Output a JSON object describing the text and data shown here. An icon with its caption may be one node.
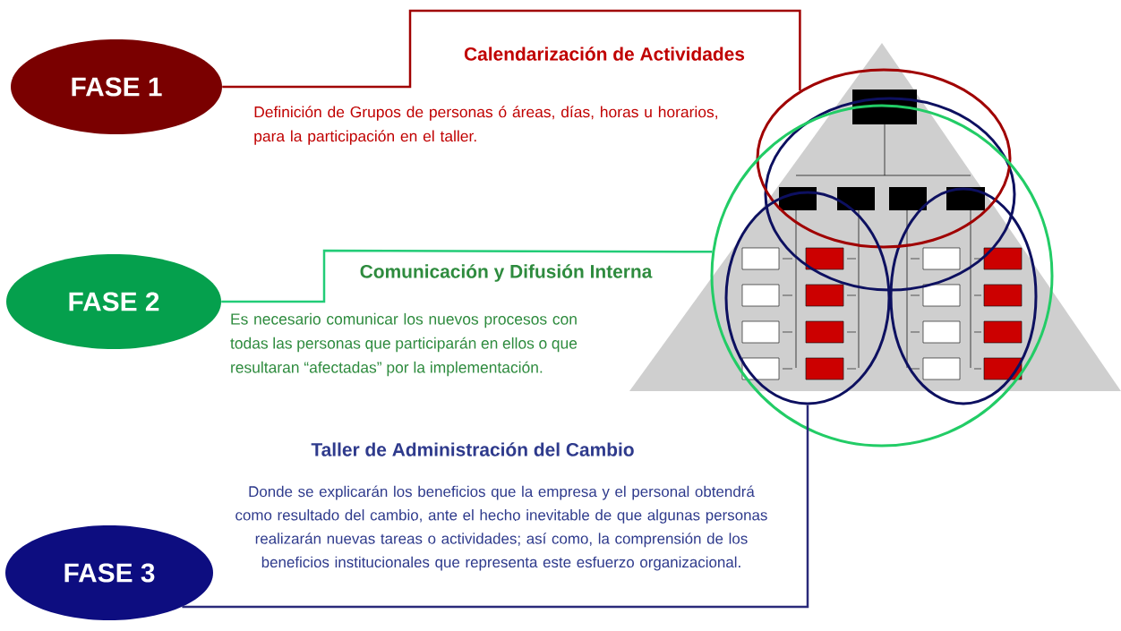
{
  "diagram": {
    "nodes": [
      {
        "text": [
          "FASE 1"
        ]
      },
      {
        "text": [
          "FASE 2"
        ],
        "beside": [
          "Comunicación y Difusión Interna",
          "Es necesario comunicar los nuevos procesos con todas las personas que participarán en ellos o que resultaran “afectadas” por la implementación."
        ]
      },
      {
        "text": [
          "FASE 3"
        ],
        "beside": [
          "Taller de Administración del Cambio",
          "Donde se explicarán los beneficios que la empresa y el personal obtendrá como resultado del cambio, ante el hecho inevitable de que algunas personas realizarán nuevas tareas o actividades; así como, la comprensión de los beneficios institucionales que representa este esfuerzo organizacional."
        ]
      },
      {
        "text": [],
        "shape": "ellipse"
      },
      {
        "text": [],
        "shape": "circle"
      },
      {
        "text": [],
        "shape": "ellipse",
        "in": 4
      }
    ],
    "edges": [
      {
        "from": 0,
        "to": 3,
        "arrow": "none",
        "color": "#a00000"
      },
      {
        "from": 1,
        "to": 4,
        "arrow": "none",
        "color": "#22cc77"
      },
      {
        "from": 2,
        "to": 5,
        "arrow": "none",
        "color": "#2a2a7a"
      }
    ],
    "labels": [
      "Calendarización de Actividades",
      "Definición de Grupos de personas ó áreas, días, horas u horarios, para la participación en el taller."
    ]
  }
}
